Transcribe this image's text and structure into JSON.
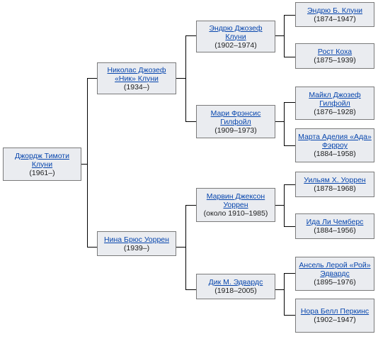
{
  "people": [
    {
      "name": "Джордж Тимоти Клуни",
      "years": "(1961–)"
    },
    {
      "name": "Николас Джозеф «Ник» Клуни",
      "years": "(1934–)"
    },
    {
      "name": "Нина Брюс Уоррен",
      "years": "(1939–)"
    },
    {
      "name": "Эндрю Джозеф Клуни",
      "years": "(1902–1974)"
    },
    {
      "name": "Мари Фрэнсис Гилфойл",
      "years": "(1909–1973)"
    },
    {
      "name": "Марвин Джексон Уоррен",
      "years": "(около 1910–1985)"
    },
    {
      "name": "Дик М. Эдвардс",
      "years": "(1918–2005)"
    },
    {
      "name": "Эндрю Б. Клуни",
      "years": "(1874–1947)"
    },
    {
      "name": "Рост Коха",
      "years": "(1875–1939)"
    },
    {
      "name": "Майкл Джозеф Гилфойл",
      "years": "(1876–1928)"
    },
    {
      "name": "Марта Аделия «Ада» Фэрроу",
      "years": "(1884–1958)"
    },
    {
      "name": "Уильям Х. Уоррен",
      "years": "(1878–1968)"
    },
    {
      "name": "Ида Ли Чемберс",
      "years": "(1884–1956)"
    },
    {
      "name": "Ансель Лерой «Рой» Эдвардс",
      "years": "(1895–1976)"
    },
    {
      "name": "Нора Белл Перкинс",
      "years": "(1902–1947)"
    }
  ]
}
